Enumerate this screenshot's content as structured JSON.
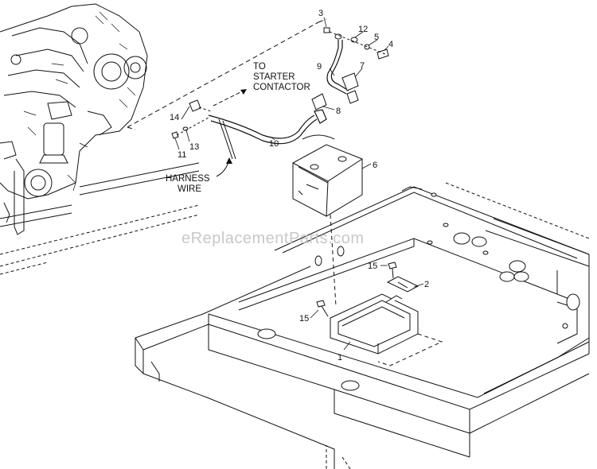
{
  "watermark": "eReplacementParts.com",
  "callouts": {
    "to_starter": [
      "TO",
      "STARTER",
      "CONTACTOR"
    ],
    "harness": [
      "HARNESS",
      "WIRE"
    ]
  },
  "parts": [
    {
      "id": "part-1",
      "num": "1"
    },
    {
      "id": "part-2",
      "num": "2"
    },
    {
      "id": "part-3",
      "num": "3"
    },
    {
      "id": "part-4",
      "num": "4"
    },
    {
      "id": "part-5",
      "num": "5"
    },
    {
      "id": "part-6",
      "num": "6"
    },
    {
      "id": "part-7",
      "num": "7"
    },
    {
      "id": "part-8",
      "num": "8"
    },
    {
      "id": "part-9",
      "num": "9"
    },
    {
      "id": "part-10",
      "num": "10"
    },
    {
      "id": "part-11",
      "num": "11"
    },
    {
      "id": "part-12",
      "num": "12"
    },
    {
      "id": "part-13",
      "num": "13"
    },
    {
      "id": "part-14",
      "num": "14"
    },
    {
      "id": "part-15a",
      "num": "15"
    },
    {
      "id": "part-15b",
      "num": "15"
    }
  ]
}
